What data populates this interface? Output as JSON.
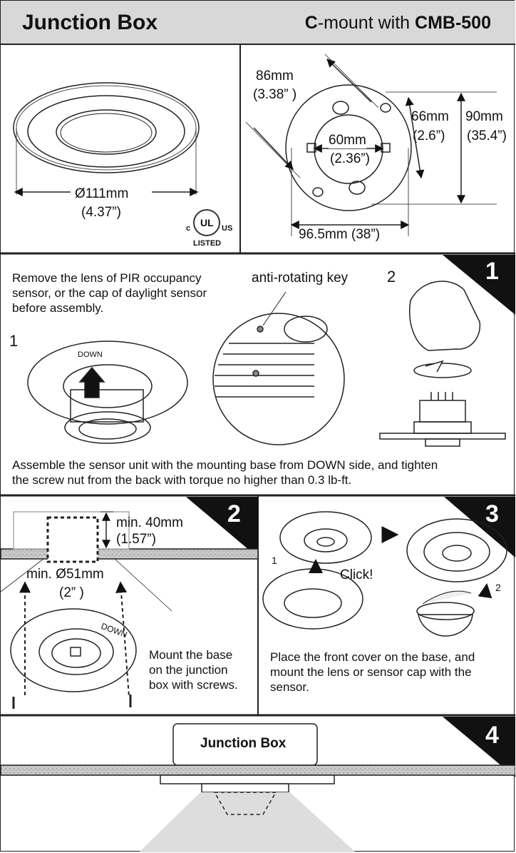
{
  "header": {
    "title": "Junction Box",
    "subtitle_c": "C",
    "subtitle_mid": "-mount with ",
    "subtitle_model": "CMB-500"
  },
  "top": {
    "diameter": "Ø111mm",
    "diameter_in": "(4.37”)",
    "cert": {
      "c": "c",
      "ul": "UL",
      "us": "US",
      "listed": "LISTED"
    },
    "d86": "86mm",
    "d86_in": "(3.38” )",
    "d66": "66mm",
    "d66_in": "(2.6”)",
    "d90": "90mm",
    "d90_in": "(35.4”)",
    "d60": "60mm",
    "d60_in": "(2.36”)",
    "d965": "96.5mm (38”)"
  },
  "step1": {
    "number": "1",
    "intro": "Remove the lens of PIR occupancy\nsensor, or the cap of daylight sensor\nbefore assembly.",
    "key_label": "anti-rotating key",
    "circle1": "1",
    "circle2": "2",
    "down_label": "DOWN",
    "note": "Assemble the sensor unit with the mounting base from DOWN side, and tighten\nthe screw nut from the back with torque no higher than 0.3 lb-ft."
  },
  "step2": {
    "number": "2",
    "min40": "min. 40mm\n(1.57”)",
    "min51": "min.  Ø51mm",
    "min51_in": "(2” )",
    "down_label": "DOWN",
    "note": "Mount the base\non the junction\nbox with screws."
  },
  "step3": {
    "number": "3",
    "circle1": "1",
    "circle2": "2",
    "click": "Click!",
    "note": "Place the front cover on the base, and\nmount the lens or sensor cap with the\nsensor."
  },
  "step4": {
    "number": "4",
    "box_label": "Junction Box"
  }
}
